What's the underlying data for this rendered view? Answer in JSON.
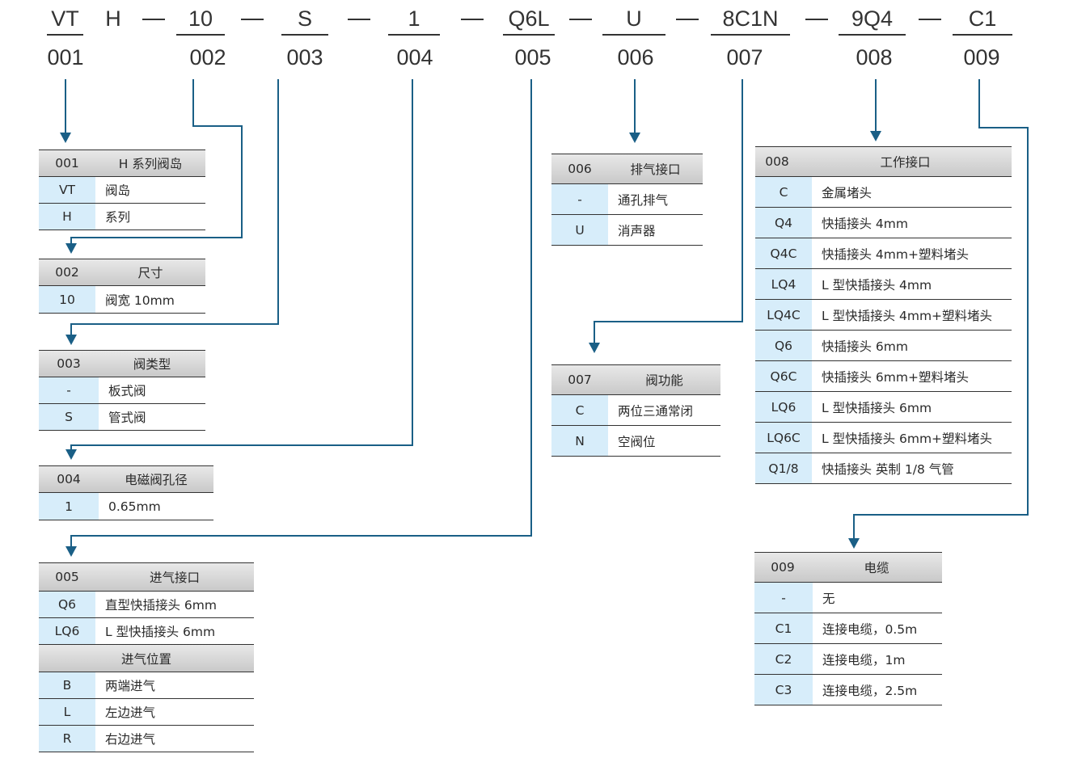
{
  "colors": {
    "wire": "#1a5f86",
    "key_bg": "#d7edfa",
    "header_bg": "#d3d3d3"
  },
  "code": [
    {
      "seg": "VT",
      "num": "001"
    },
    {
      "seg": "H",
      "num": "002"
    },
    {
      "seg": "10",
      "num": "003"
    },
    {
      "seg": "S",
      "num": "004"
    },
    {
      "seg": "1",
      "num": "005"
    },
    {
      "seg": "Q6L",
      "num": "006"
    },
    {
      "seg": "U",
      "num": "007"
    },
    {
      "seg": "8C1N",
      "num": "008"
    },
    {
      "seg": "9Q4",
      "num": "009"
    },
    {
      "seg": "C1",
      "num": ""
    }
  ],
  "tables": {
    "t001": {
      "code": "001",
      "title": "H 系列阀岛",
      "rows": [
        [
          "VT",
          "阀岛"
        ],
        [
          "H",
          "系列"
        ]
      ]
    },
    "t002": {
      "code": "002",
      "title": "尺寸",
      "rows": [
        [
          "10",
          "阀宽 10mm"
        ]
      ]
    },
    "t003": {
      "code": "003",
      "title": "阀类型",
      "rows": [
        [
          "-",
          "板式阀"
        ],
        [
          "S",
          "管式阀"
        ]
      ]
    },
    "t004": {
      "code": "004",
      "title": "电磁阀孔径",
      "rows": [
        [
          "1",
          "0.65mm"
        ]
      ]
    },
    "t005": {
      "code": "005",
      "title": "进气接口",
      "rows": [
        [
          "Q6",
          "直型快插接头 6mm"
        ],
        [
          "LQ6",
          "L 型快插接头 6mm"
        ]
      ],
      "subtitle": "进气位置",
      "rows2": [
        [
          "B",
          "两端进气"
        ],
        [
          "L",
          "左边进气"
        ],
        [
          "R",
          "右边进气"
        ]
      ]
    },
    "t006": {
      "code": "006",
      "title": "排气接口",
      "rows": [
        [
          "-",
          "通孔排气"
        ],
        [
          "U",
          "消声器"
        ]
      ]
    },
    "t007": {
      "code": "007",
      "title": "阀功能",
      "rows": [
        [
          "C",
          "两位三通常闭"
        ],
        [
          "N",
          "空阀位"
        ]
      ]
    },
    "t008": {
      "code": "008",
      "title": "工作接口",
      "rows": [
        [
          "C",
          "金属堵头"
        ],
        [
          "Q4",
          "快插接头 4mm"
        ],
        [
          "Q4C",
          "快插接头 4mm+塑料堵头"
        ],
        [
          "LQ4",
          "L 型快插接头 4mm"
        ],
        [
          "LQ4C",
          "L 型快插接头 4mm+塑料堵头"
        ],
        [
          "Q6",
          "快插接头 6mm"
        ],
        [
          "Q6C",
          "快插接头 6mm+塑料堵头"
        ],
        [
          "LQ6",
          "L 型快插接头 6mm"
        ],
        [
          "LQ6C",
          "L 型快插接头 6mm+塑料堵头"
        ],
        [
          "Q1/8",
          "快插接头  英制 1/8 气管"
        ]
      ]
    },
    "t009": {
      "code": "009",
      "title": "电缆",
      "rows": [
        [
          "-",
          "无"
        ],
        [
          "C1",
          "连接电缆，0.5m"
        ],
        [
          "C2",
          "连接电缆，1m"
        ],
        [
          "C3",
          "连接电缆，2.5m"
        ]
      ]
    }
  }
}
